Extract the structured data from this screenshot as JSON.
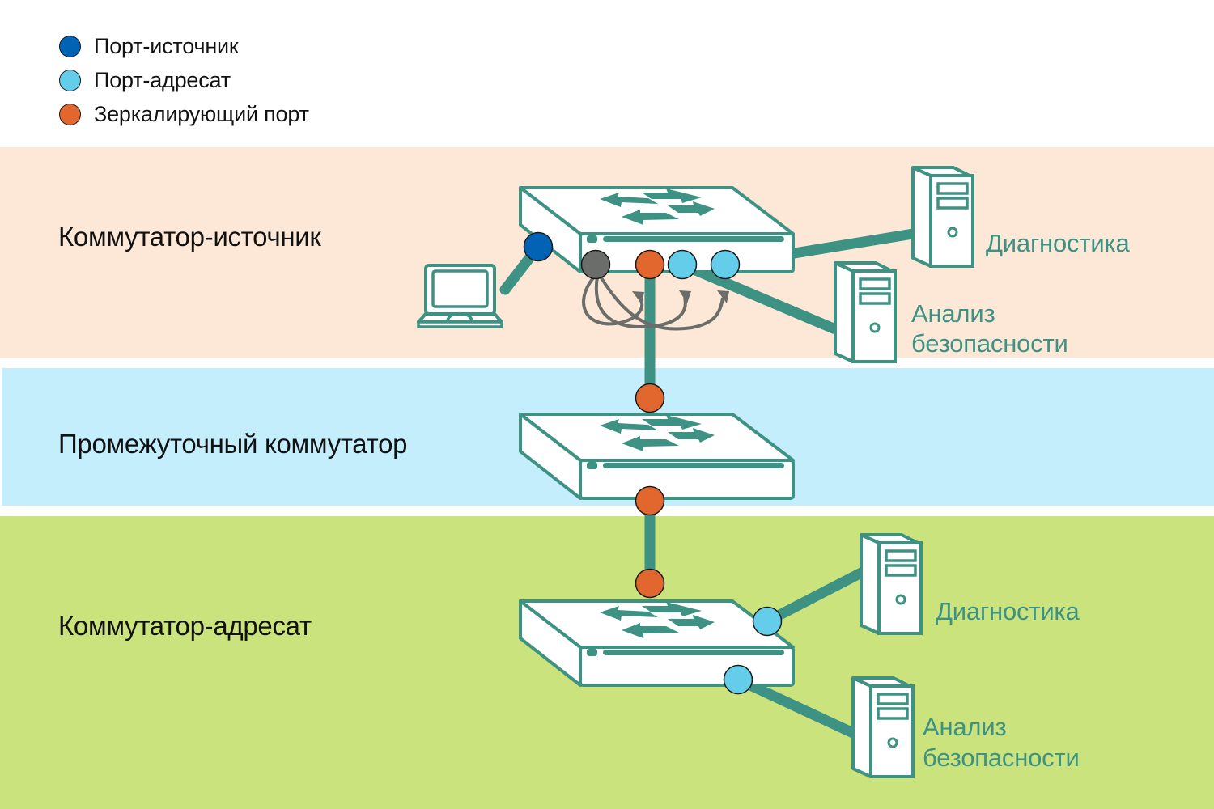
{
  "colors": {
    "source_port": "#0263b5",
    "dest_port": "#64cdea",
    "mirror_port": "#e2672f",
    "idle_port": "#6b6d6a",
    "link": "#3d9283",
    "band_source": "#fde8d8",
    "band_middle": "#c5eefd",
    "band_dest": "#cbe37d"
  },
  "legend": [
    {
      "label": "Порт-источник",
      "color": "#0263b5",
      "icon": "source-port-dot"
    },
    {
      "label": "Порт-адресат",
      "color": "#64cdea",
      "icon": "dest-port-dot"
    },
    {
      "label": "Зеркалирующий порт",
      "color": "#e2672f",
      "icon": "mirror-port-dot"
    }
  ],
  "sections": {
    "source": {
      "label": "Коммутатор-источник"
    },
    "middle": {
      "label": "Промежуточный коммутатор"
    },
    "dest": {
      "label": "Коммутатор-адресат"
    }
  },
  "devices": {
    "source_diag": {
      "label": "Диагностика"
    },
    "source_sec": {
      "label_line1": "Анализ",
      "label_line2": "безопасности"
    },
    "dest_diag": {
      "label": "Диагностика"
    },
    "dest_sec": {
      "label_line1": "Анализ",
      "label_line2": "безопасности"
    }
  }
}
